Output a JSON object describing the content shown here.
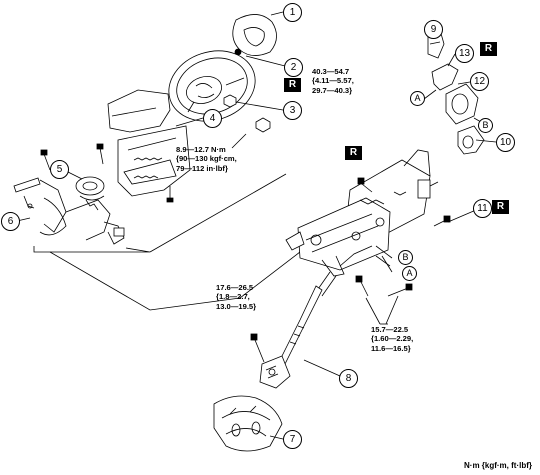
{
  "callouts": [
    "1",
    "2",
    "3",
    "4",
    "5",
    "6",
    "7",
    "8",
    "9",
    "10",
    "11",
    "12",
    "13"
  ],
  "letters": {
    "a": "A",
    "b": "B"
  },
  "badge": "R",
  "torques": {
    "t1": [
      "40.3—54.7",
      "{4.11—5.57,",
      "29.7—40.3}"
    ],
    "t2": [
      "8.9—12.7 N·m",
      "{90—130 kgf·cm,",
      "79—112 in·lbf}"
    ],
    "t3": [
      "17.6—26.5",
      "{1.8—2.7,",
      "13.0—19.5}"
    ],
    "t4": [
      "15.7—22.5",
      "{1.60—2.29,",
      "11.6—16.5}"
    ]
  },
  "units_note": "N·m {kgf·m, ft·lbf}"
}
